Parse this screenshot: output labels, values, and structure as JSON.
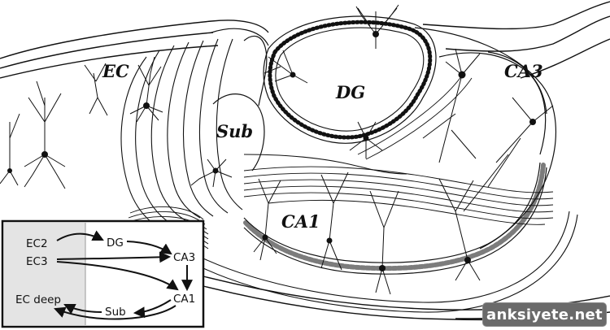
{
  "regions": {
    "ec": "EC",
    "dg": "DG",
    "sub": "Sub",
    "ca3": "CA3",
    "ca1": "CA1"
  },
  "inset": {
    "nodes": {
      "ec2": "EC2",
      "ec3": "EC3",
      "dg": "DG",
      "ca3": "CA3",
      "ca1": "CA1",
      "sub": "Sub",
      "ec_deep": "EC deep"
    }
  },
  "watermark": "anksiyete.net",
  "colors": {
    "ink": "#111111",
    "inset_shade": "#e4e4e4",
    "watermark_bg": "#6a6a6a"
  }
}
